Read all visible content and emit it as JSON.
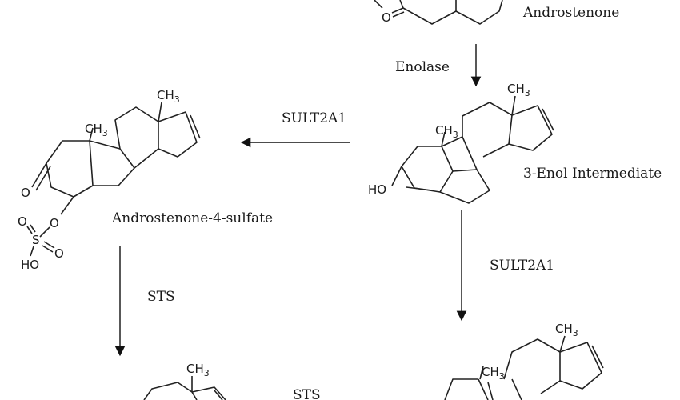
{
  "labels": {
    "androstenone": "Androstenone",
    "enolase": "Enolase",
    "enol_intermediate": "3-Enol Intermediate",
    "sult2a1_left": "SULT2A1",
    "sult2a1_down": "SULT2A1",
    "androstenone_4_sulfate": "Androstenone-4-sulfate",
    "sts_down": "STS",
    "sts_bottom": "STS"
  },
  "atoms": {
    "top_oxo": "O",
    "left_oxo": "O",
    "left_o1": "O",
    "left_s": "S",
    "left_o2": "O",
    "left_o3": "O",
    "left_ho": "HO",
    "enol_ho": "HO",
    "ch": "CH",
    "sub3": "3"
  }
}
